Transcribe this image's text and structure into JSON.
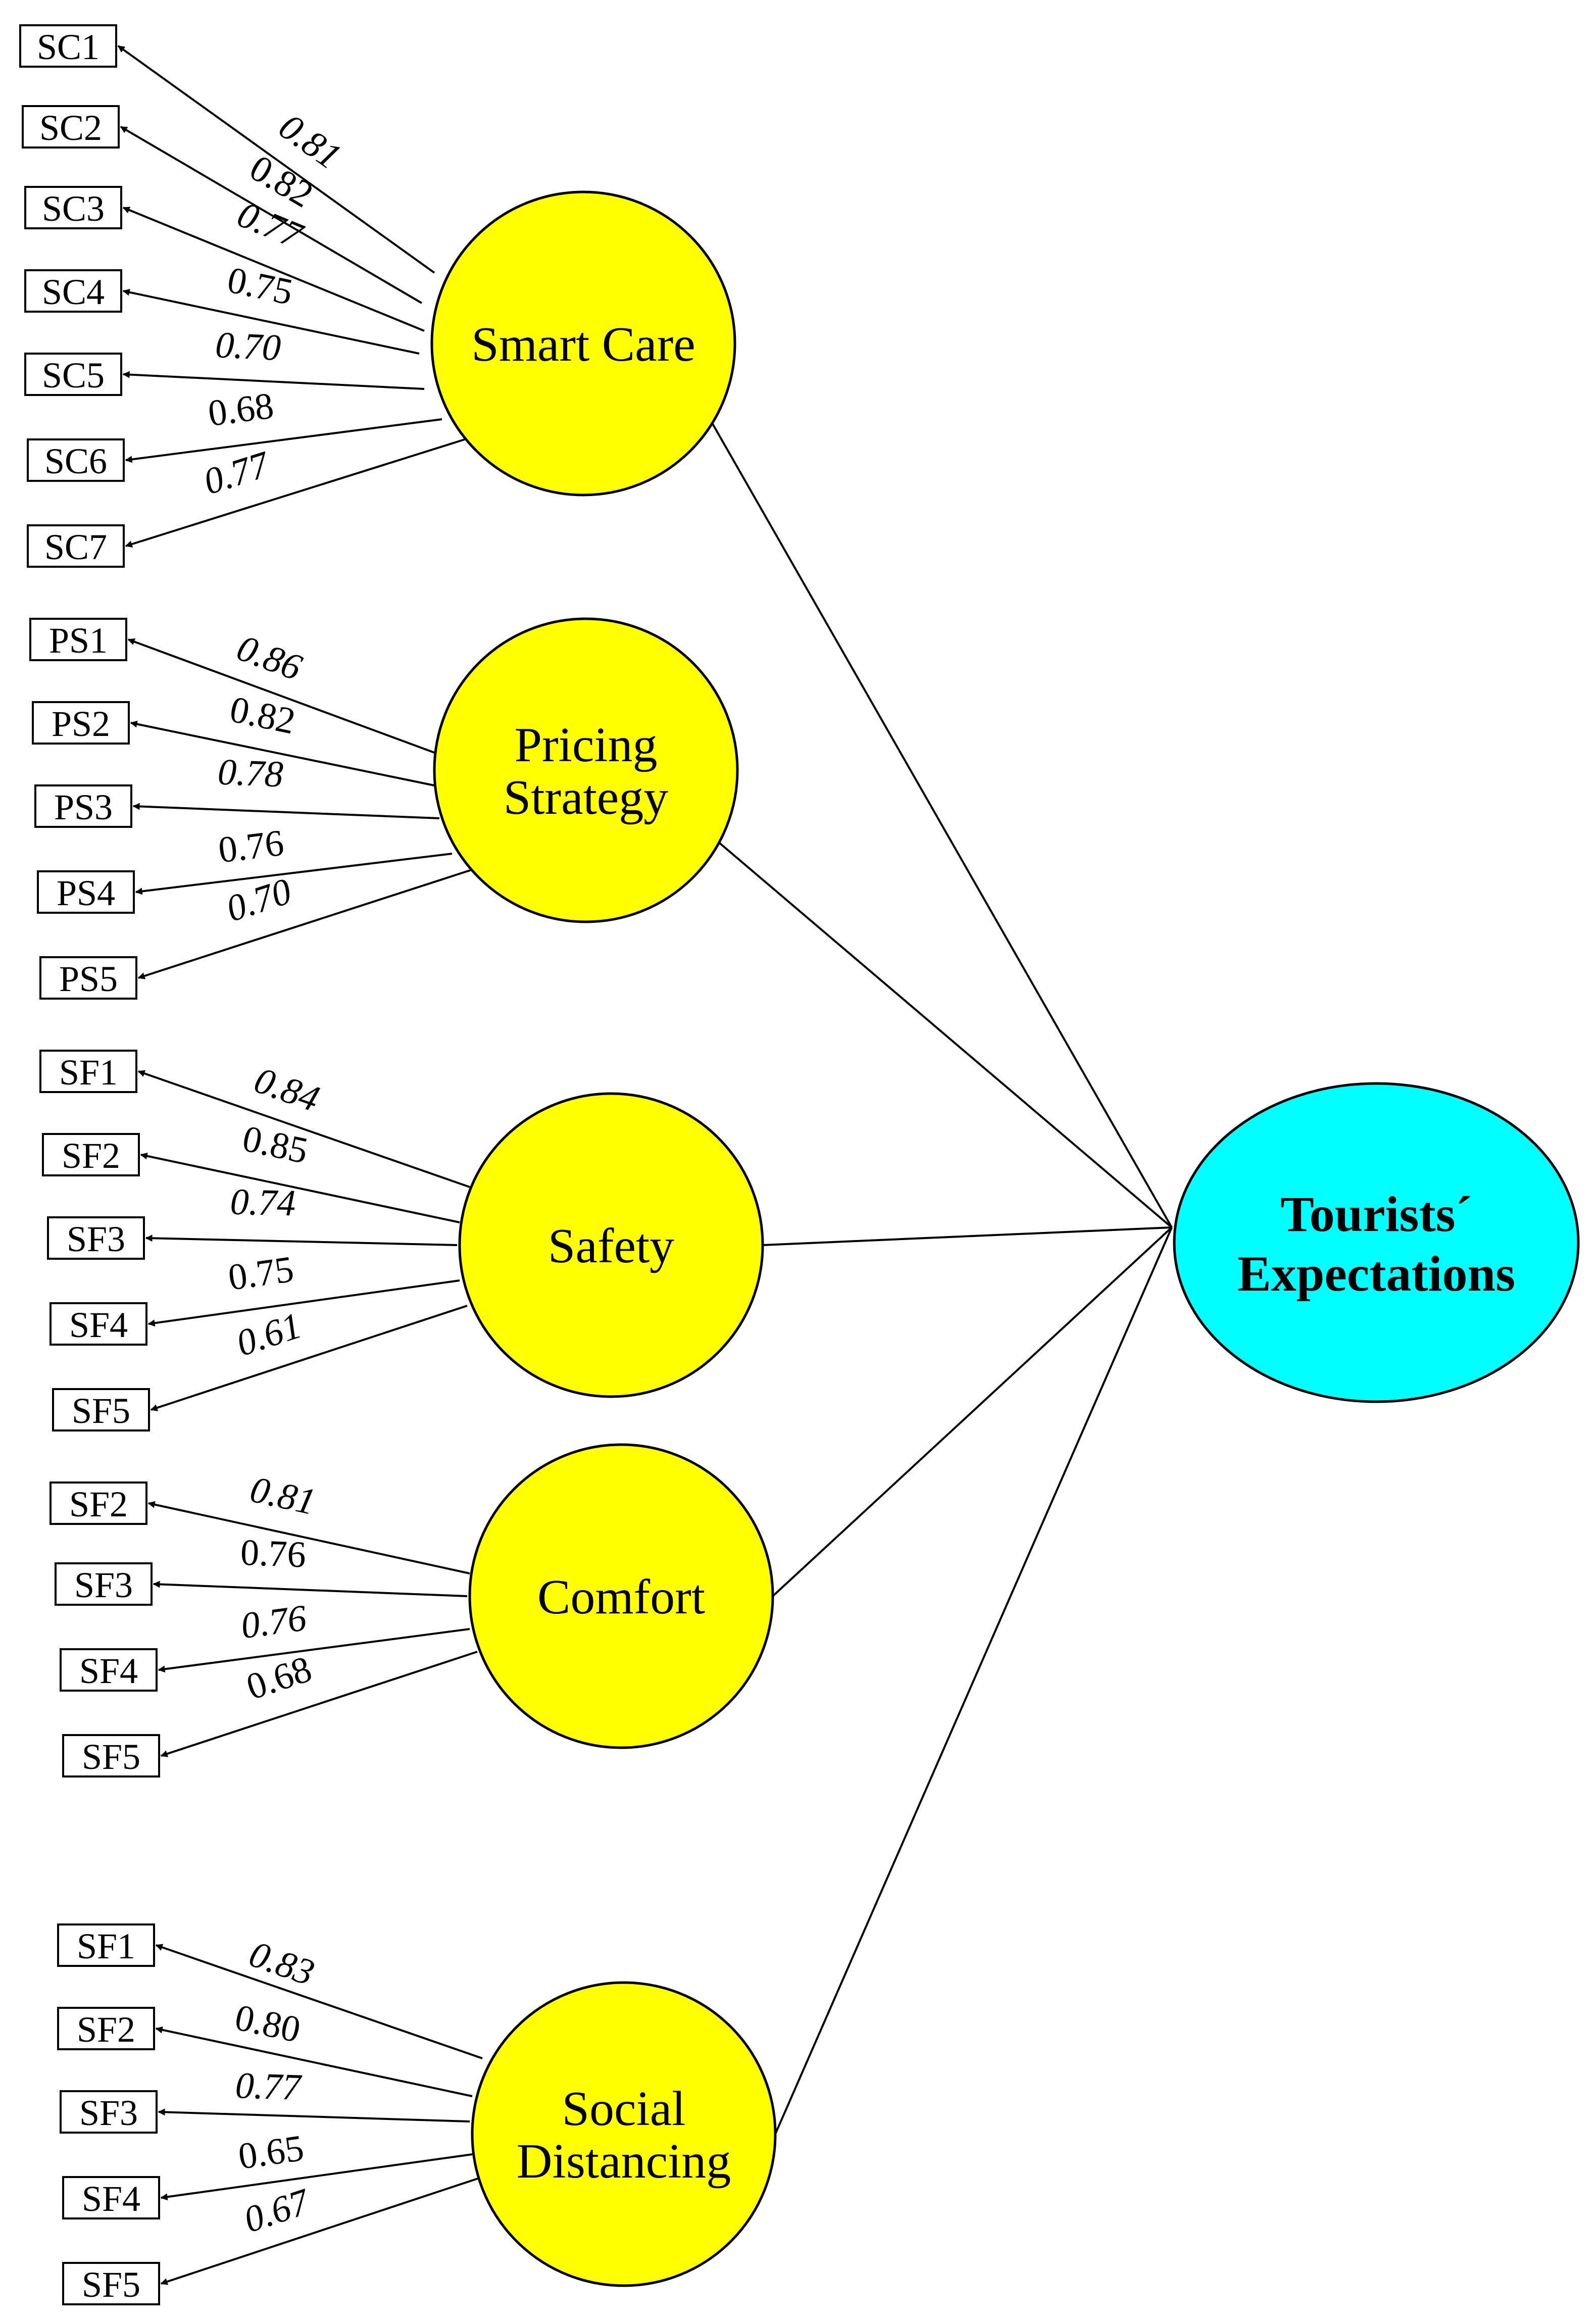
{
  "colors": {
    "factor_fill": "#FFFF00",
    "target_fill": "#00FFFF",
    "stroke": "#000000",
    "box_fill": "#FFFFFF"
  },
  "target": {
    "lines": [
      "Tourists´",
      "Expectations"
    ]
  },
  "factors": [
    {
      "id": "smart-care",
      "lines": [
        "Smart Care"
      ],
      "indicators": [
        {
          "label": "SC1",
          "loading": "0.81"
        },
        {
          "label": "SC2",
          "loading": "0.82"
        },
        {
          "label": "SC3",
          "loading": "0.77"
        },
        {
          "label": "SC4",
          "loading": "0.75"
        },
        {
          "label": "SC5",
          "loading": "0.70"
        },
        {
          "label": "SC6",
          "loading": "0.68"
        },
        {
          "label": "SC7",
          "loading": "0.77"
        }
      ]
    },
    {
      "id": "pricing-strategy",
      "lines": [
        "Pricing",
        "Strategy"
      ],
      "indicators": [
        {
          "label": "PS1",
          "loading": "0.86"
        },
        {
          "label": "PS2",
          "loading": "0.82"
        },
        {
          "label": "PS3",
          "loading": "0.78"
        },
        {
          "label": "PS4",
          "loading": "0.76"
        },
        {
          "label": "PS5",
          "loading": "0.70"
        }
      ]
    },
    {
      "id": "safety",
      "lines": [
        "Safety"
      ],
      "indicators": [
        {
          "label": "SF1",
          "loading": "0.84"
        },
        {
          "label": "SF2",
          "loading": "0.85"
        },
        {
          "label": "SF3",
          "loading": "0.74"
        },
        {
          "label": "SF4",
          "loading": "0.75"
        },
        {
          "label": "SF5",
          "loading": "0.61"
        }
      ]
    },
    {
      "id": "comfort",
      "lines": [
        "Comfort"
      ],
      "indicators": [
        {
          "label": "SF2",
          "loading": "0.81"
        },
        {
          "label": "SF3",
          "loading": "0.76"
        },
        {
          "label": "SF4",
          "loading": "0.76"
        },
        {
          "label": "SF5",
          "loading": "0.68"
        }
      ]
    },
    {
      "id": "social-distancing",
      "lines": [
        "Social",
        "Distancing"
      ],
      "indicators": [
        {
          "label": "SF1",
          "loading": "0.83"
        },
        {
          "label": "SF2",
          "loading": "0.80"
        },
        {
          "label": "SF3",
          "loading": "0.77"
        },
        {
          "label": "SF4",
          "loading": "0.65"
        },
        {
          "label": "SF5",
          "loading": "0.67"
        }
      ]
    }
  ]
}
